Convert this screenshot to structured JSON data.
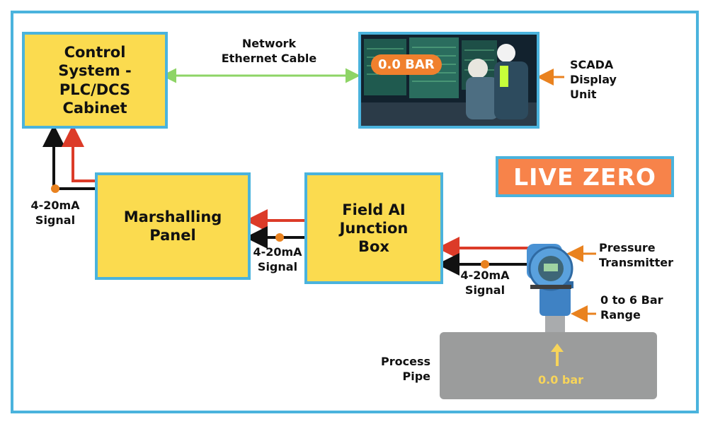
{
  "diagram": {
    "control_system": "Control System - PLC/DCS Cabinet",
    "network_label_line1": "Network",
    "network_label_line2": "Ethernet Cable",
    "scada_reading": "0.0 BAR",
    "scada_label": [
      "SCADA",
      "Display",
      "Unit"
    ],
    "live_zero": "LIVE ZERO",
    "marshalling_panel": "Marshalling Panel",
    "junction_box": [
      "Field AI",
      "Junction",
      "Box"
    ],
    "signal_label": [
      "4-20mA",
      "Signal"
    ],
    "pressure_transmitter": [
      "Pressure",
      "Transmitter"
    ],
    "range_label": [
      "0 to 6 Bar",
      "Range"
    ],
    "process_pipe": [
      "Process",
      "Pipe"
    ],
    "pipe_reading": "0.0 bar"
  },
  "colors": {
    "box_fill": "#fbdb4f",
    "border": "#4ab3dd",
    "signal_red": "#dc3b28",
    "signal_black": "#111111",
    "network_green": "#8ed466",
    "accent_orange": "#e9821f",
    "live_zero_fill": "#f7834a"
  }
}
